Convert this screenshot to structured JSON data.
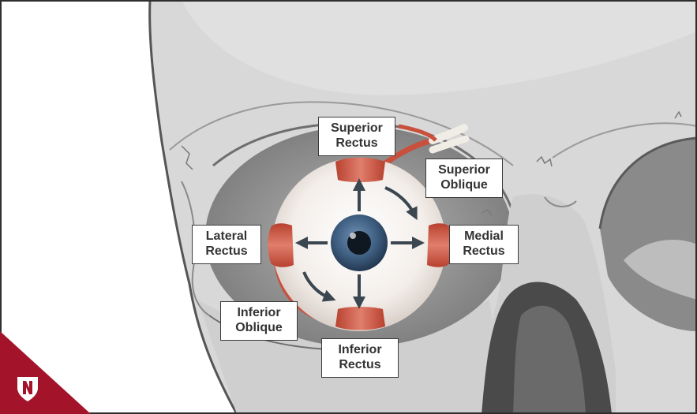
{
  "diagram": {
    "labels": {
      "superior_rectus": [
        "Superior",
        "Rectus"
      ],
      "superior_oblique": [
        "Superior",
        "Oblique"
      ],
      "lateral_rectus": [
        "Lateral",
        "Rectus"
      ],
      "medial_rectus": [
        "Medial",
        "Rectus"
      ],
      "inferior_oblique": [
        "Inferior",
        "Oblique"
      ],
      "inferior_rectus": [
        "Inferior",
        "Rectus"
      ]
    }
  },
  "colors": {
    "muscle": "#c8503c",
    "bone": "#d6d6d6",
    "bone_shadow": "#8c8c8c",
    "iris": "#3f5f82",
    "arrow": "#3a4650",
    "brand": "#a3142b"
  },
  "logo": {
    "icon": "unmc-shield-icon"
  }
}
